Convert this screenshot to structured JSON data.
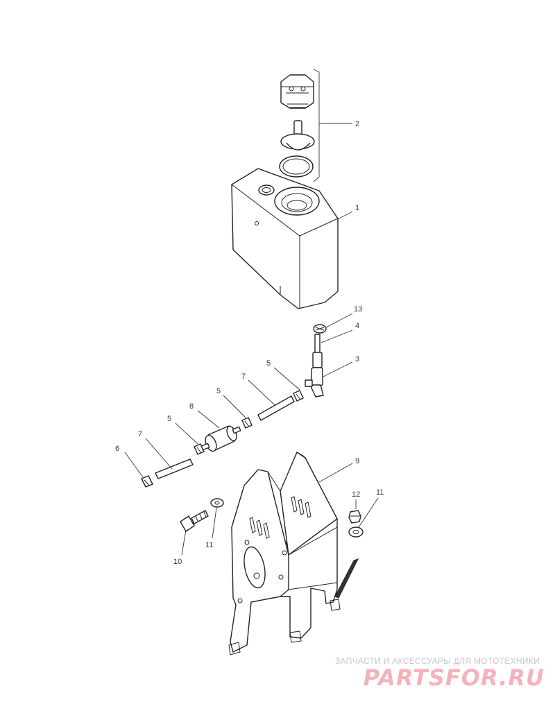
{
  "callouts": {
    "c1": "1",
    "c2": "2",
    "c3": "3",
    "c4": "4",
    "c5a": "5",
    "c5b": "5",
    "c5c": "5",
    "c6": "6",
    "c7a": "7",
    "c7b": "7",
    "c8": "8",
    "c9": "9",
    "c10": "10",
    "c11a": "11",
    "c11b": "11",
    "c12": "12",
    "c13": "13"
  },
  "watermark": {
    "tagline": "ЗАПЧАСТИ И АКСЕССУАРЫ ДЛЯ МОТОТЕХНИКИ",
    "logo": "PARTSFOR.RU"
  }
}
